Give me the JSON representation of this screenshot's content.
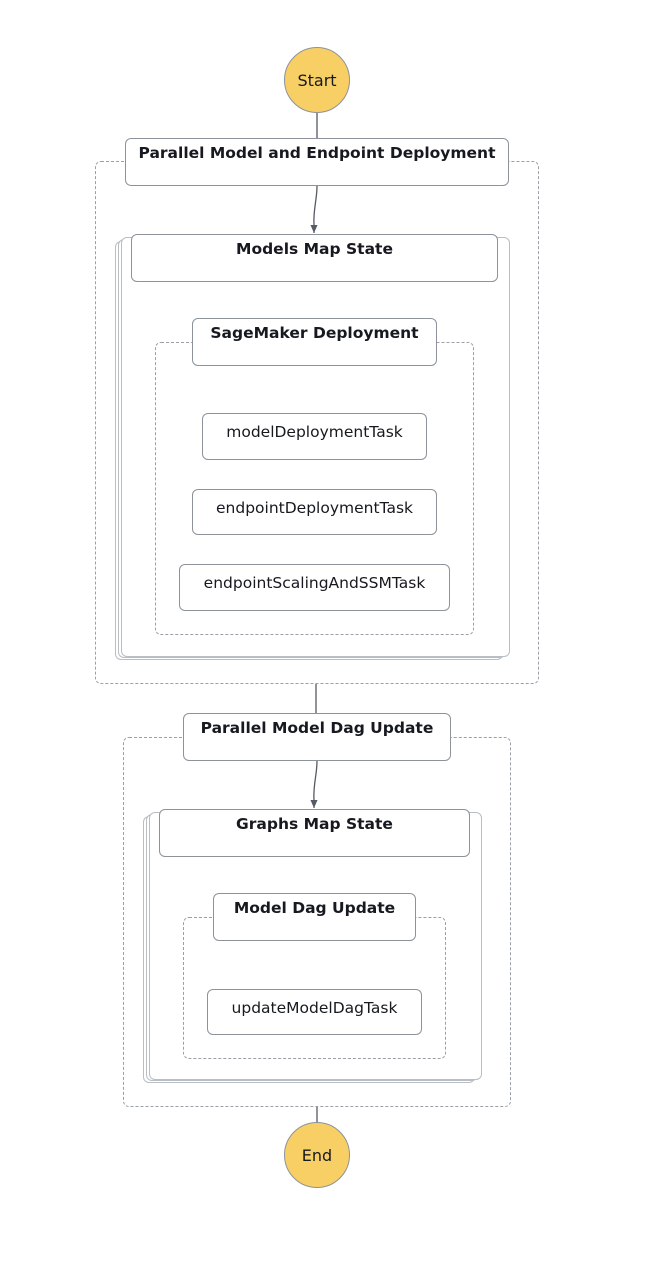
{
  "diagram": {
    "start_label": "Start",
    "end_label": "End",
    "parallel_model_endpoint": {
      "label": "Parallel Model and Endpoint Deployment",
      "models_map_state": {
        "label": "Models Map State",
        "sagemaker_deployment": {
          "label": "SageMaker Deployment",
          "tasks": [
            "modelDeploymentTask",
            "endpointDeploymentTask",
            "endpointScalingAndSSMTask"
          ]
        }
      }
    },
    "parallel_model_dag": {
      "label": "Parallel Model Dag Update",
      "graphs_map_state": {
        "label": "Graphs Map State",
        "model_dag_update": {
          "label": "Model Dag Update",
          "tasks": [
            "updateModelDagTask"
          ]
        }
      }
    }
  }
}
